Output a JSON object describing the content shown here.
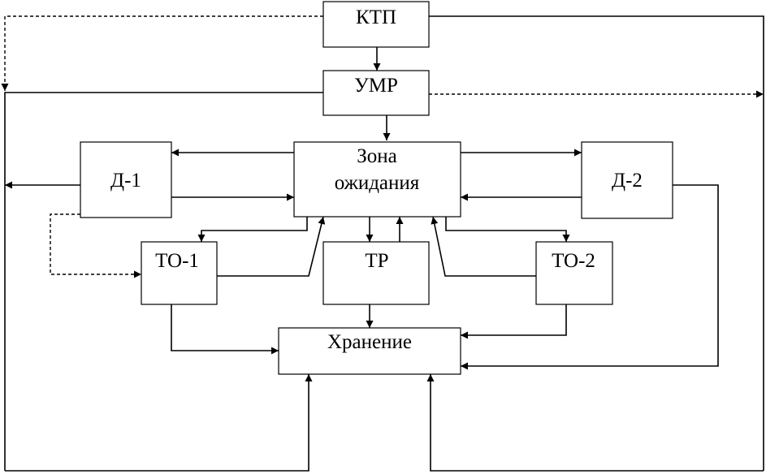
{
  "nodes": {
    "ktp": "КТП",
    "umr": "УМР",
    "zone_line1": "Зона",
    "zone_line2": "ожидания",
    "d1": "Д-1",
    "d2": "Д-2",
    "to1": "ТО-1",
    "tr": "ТР",
    "to2": "ТО-2",
    "storage": "Хранение"
  }
}
